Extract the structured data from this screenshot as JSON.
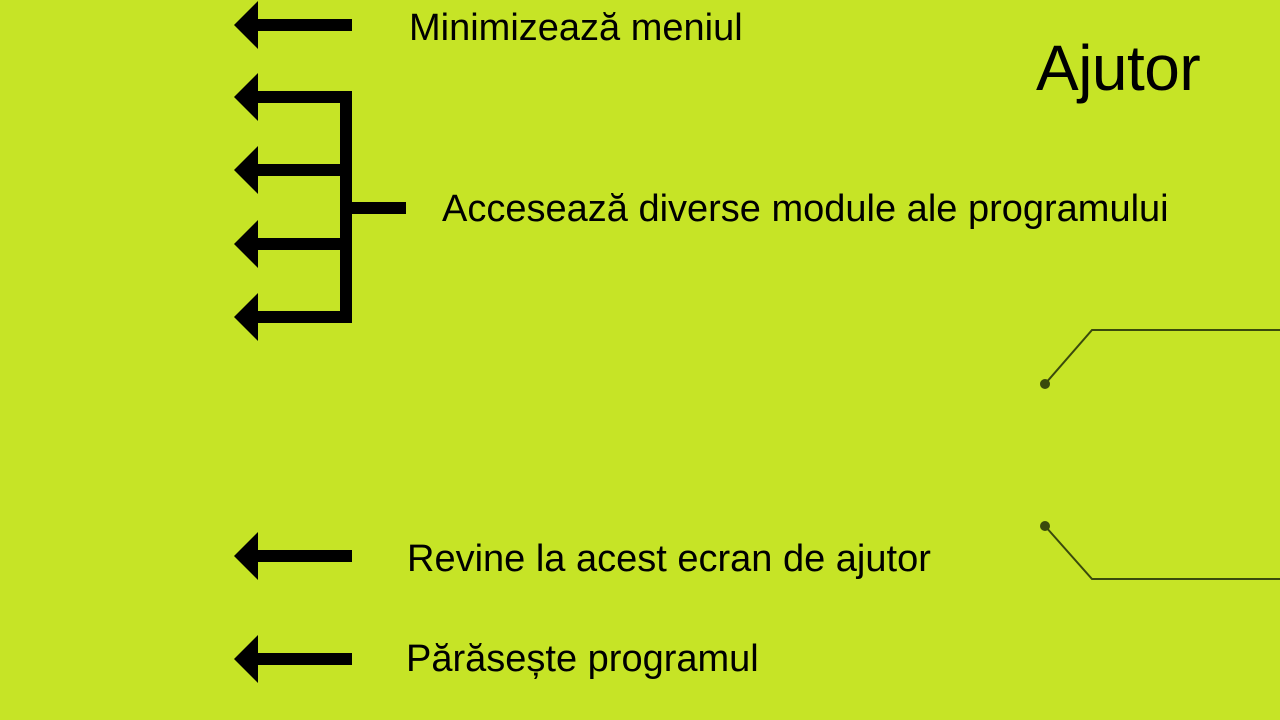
{
  "title": "Ajutor",
  "help_items": {
    "minimize": "Minimizează meniul",
    "modules": "Accesează diverse module ale programului",
    "return": "Revine la acest ecran de ajutor",
    "quit": "Părăsește programul"
  },
  "colors": {
    "background": "#c6e426",
    "arrows": "#000000",
    "decor_lines": "#3a4a0c"
  },
  "icons": {
    "arrow": "arrow-left-icon",
    "bracket": "bracket-connector"
  }
}
